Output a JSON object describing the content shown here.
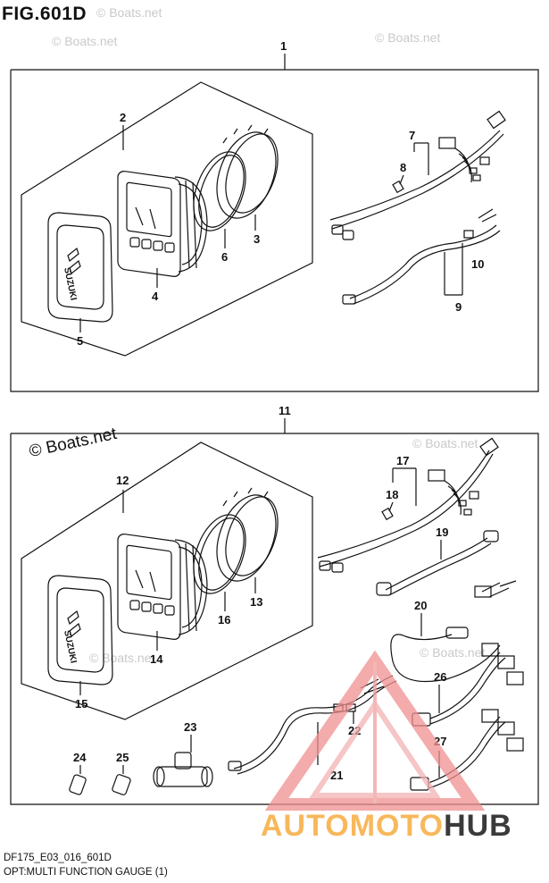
{
  "figure": {
    "title": "FIG.601D",
    "footer_code": "DF175_E03_016_601D",
    "footer_desc": "OPT:MULTI FUNCTION GAUGE (1)"
  },
  "watermarks": {
    "boats_small": "© Boats.net",
    "boats_large": "© Boats.net"
  },
  "brand": {
    "part1": "AUTOMOTO",
    "part2": "HUB",
    "accent_color": "#f7b85c",
    "logo_color": "#f2a8a8"
  },
  "gauge_label": "SUZUKI",
  "callouts": {
    "c1": "1",
    "c2": "2",
    "c3": "3",
    "c4": "4",
    "c5": "5",
    "c6": "6",
    "c7": "7",
    "c8": "8",
    "c9": "9",
    "c10": "10",
    "c11": "11",
    "c12": "12",
    "c13": "13",
    "c14": "14",
    "c15": "15",
    "c16": "16",
    "c17": "17",
    "c18": "18",
    "c19": "19",
    "c20": "20",
    "c21": "21",
    "c22": "22",
    "c23": "23",
    "c24": "24",
    "c25": "25",
    "c26": "26",
    "c27": "27"
  }
}
